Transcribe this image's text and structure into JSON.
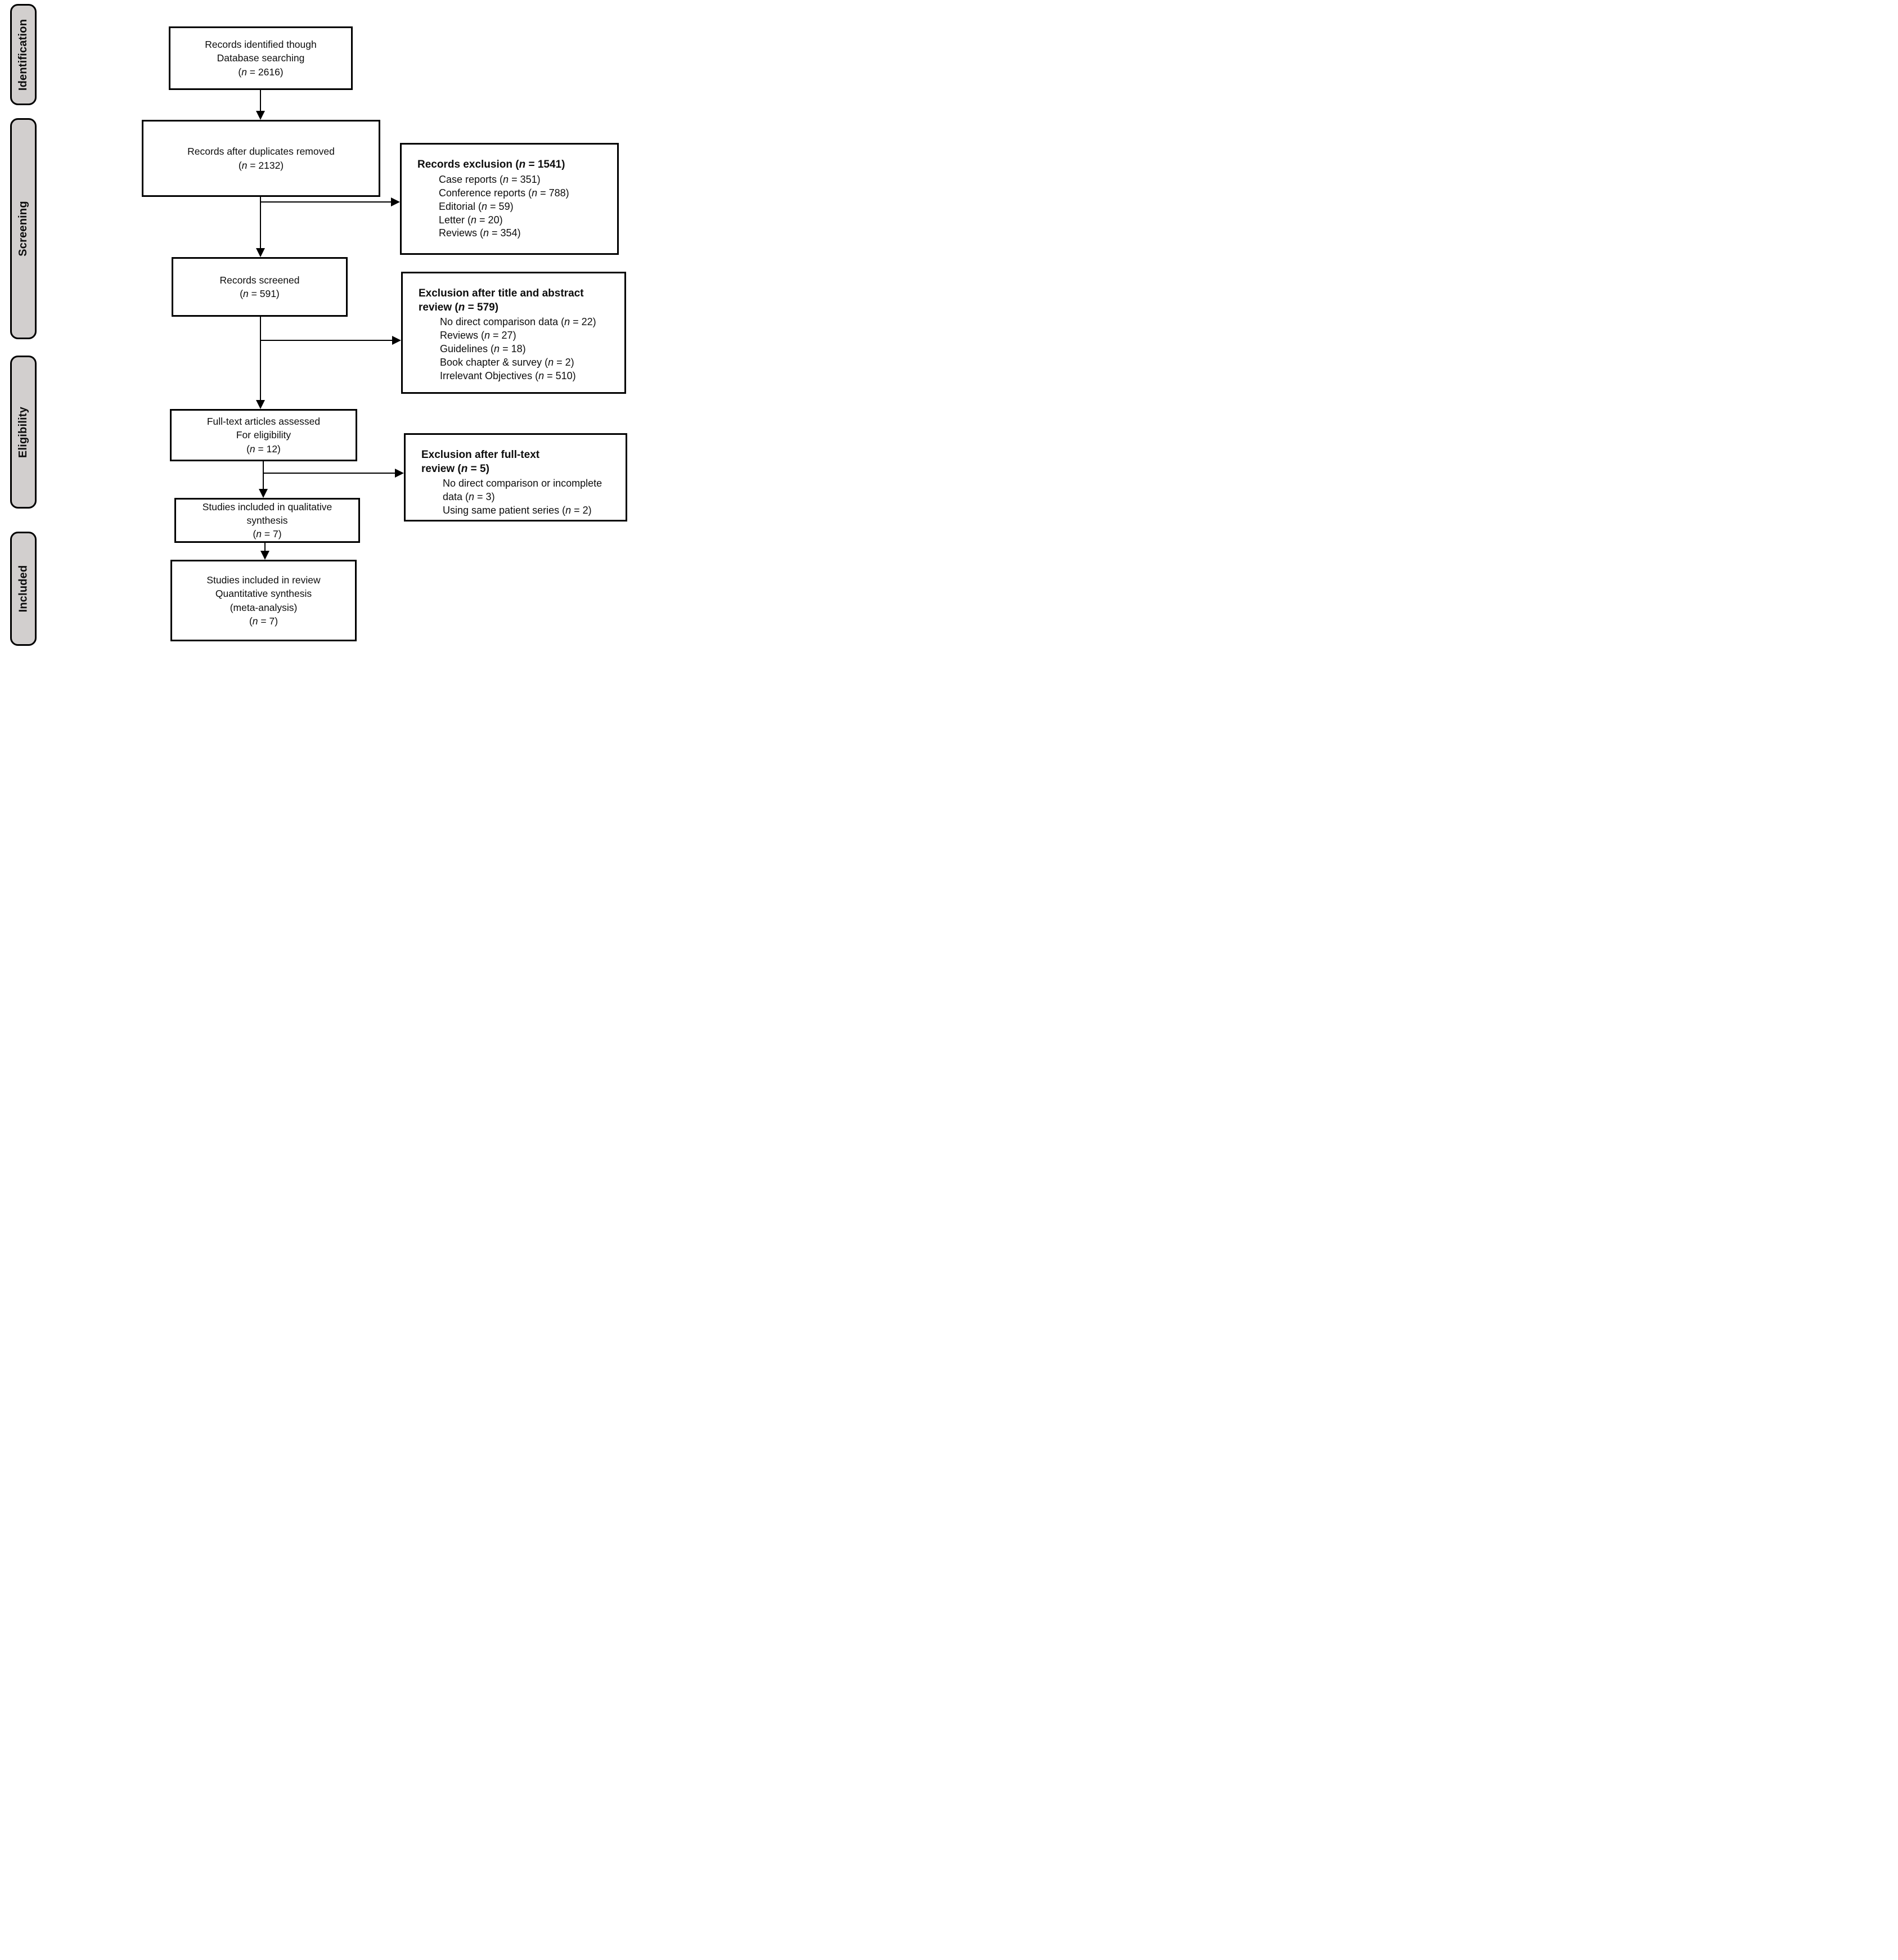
{
  "stages": [
    {
      "label": "Identification"
    },
    {
      "label": "Screening"
    },
    {
      "label": "Eligibility"
    },
    {
      "label": "Included"
    }
  ],
  "flow": [
    {
      "text": "Records identified though\nDatabase searching",
      "count": {
        "open": "(",
        "var": "n",
        "rest": " = 2616)"
      }
    },
    {
      "text": "Records after duplicates removed",
      "count": {
        "open": "(",
        "var": "n",
        "rest": " = 2132)"
      }
    },
    {
      "text": "Records screened",
      "count": {
        "open": "(",
        "var": "n",
        "rest": " = 591)"
      }
    },
    {
      "text": "Full-text articles assessed\nFor eligibility",
      "count": {
        "open": "(",
        "var": "n",
        "rest": " = 12)"
      }
    },
    {
      "text": "Studies included in qualitative\nsynthesis",
      "count": {
        "open": "(",
        "var": "n",
        "rest": " = 7)"
      }
    },
    {
      "text": "Studies included in review\nQuantitative synthesis\n(meta-analysis)",
      "count": {
        "open": "(",
        "var": "n",
        "rest": " = 7)"
      }
    }
  ],
  "exclusions": [
    {
      "header": {
        "pre": "Records exclusion (",
        "var": "n",
        "rest": " = 1541)"
      },
      "items": [
        {
          "pre": "Case reports (",
          "var": "n",
          "rest": " = 351)"
        },
        {
          "pre": "Conference reports (",
          "var": "n",
          "rest": " = 788)"
        },
        {
          "pre": "Editorial (",
          "var": "n",
          "rest": " = 59)"
        },
        {
          "pre": "Letter (",
          "var": "n",
          "rest": " = 20)"
        },
        {
          "pre": "Reviews (",
          "var": "n",
          "rest": " = 354)"
        }
      ]
    },
    {
      "header": {
        "pre": "Exclusion after title and abstract\nreview (",
        "var": "n",
        "rest": " = 579)"
      },
      "items": [
        {
          "pre": "No direct comparison data (",
          "var": "n",
          "rest": " = 22)"
        },
        {
          "pre": "Reviews (",
          "var": "n",
          "rest": " = 27)"
        },
        {
          "pre": "Guidelines (",
          "var": "n",
          "rest": " = 18)"
        },
        {
          "pre": "Book chapter & survey (",
          "var": "n",
          "rest": " = 2)"
        },
        {
          "pre": "Irrelevant Objectives (",
          "var": "n",
          "rest": " = 510)"
        }
      ]
    },
    {
      "header": {
        "pre": "Exclusion after full-text\nreview (",
        "var": "n",
        "rest": " = 5)"
      },
      "items": [
        {
          "pre": "No direct comparison or incomplete data (",
          "var": "n",
          "rest": " = 3)"
        },
        {
          "pre": "Using same patient series (",
          "var": "n",
          "rest": " = 2)"
        }
      ]
    }
  ],
  "colors": {
    "background": "#ffffff",
    "stage_fill": "#d2cfce",
    "box_border": "#000000",
    "text": "#0d0d0d"
  }
}
